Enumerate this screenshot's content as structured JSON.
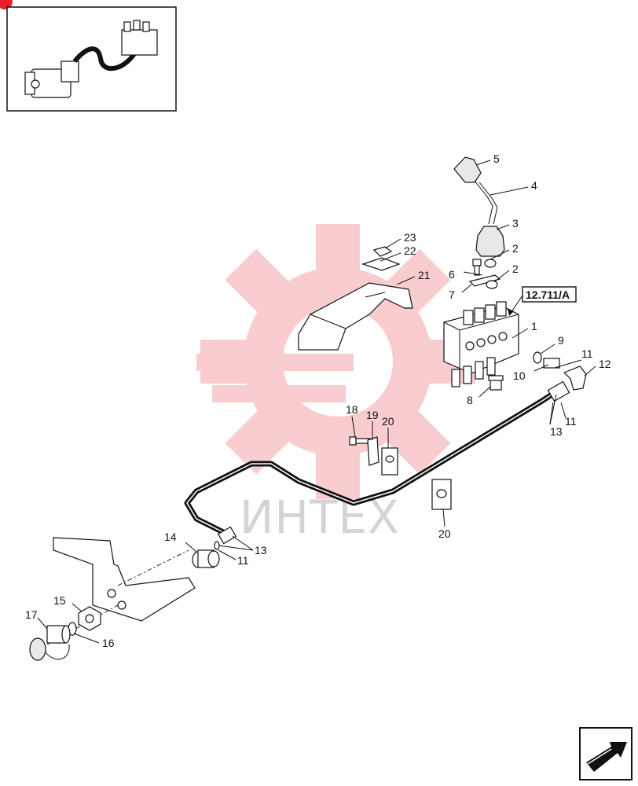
{
  "watermark": {
    "text": "ИНТЕХ",
    "color": "#e8202a"
  },
  "reference_box": {
    "label": "12.711/A"
  },
  "callouts": [
    {
      "id": "c5",
      "text": "5"
    },
    {
      "id": "c4",
      "text": "4"
    },
    {
      "id": "c3",
      "text": "3"
    },
    {
      "id": "c2a",
      "text": "2"
    },
    {
      "id": "c2b",
      "text": "2"
    },
    {
      "id": "c6",
      "text": "6"
    },
    {
      "id": "c7",
      "text": "7"
    },
    {
      "id": "c23",
      "text": "23"
    },
    {
      "id": "c22",
      "text": "22"
    },
    {
      "id": "c21",
      "text": "21"
    },
    {
      "id": "c1",
      "text": "1"
    },
    {
      "id": "c9",
      "text": "9"
    },
    {
      "id": "c11a",
      "text": "11"
    },
    {
      "id": "c12",
      "text": "12"
    },
    {
      "id": "c10",
      "text": "10"
    },
    {
      "id": "c8",
      "text": "8"
    },
    {
      "id": "c11b",
      "text": "11"
    },
    {
      "id": "c13a",
      "text": "13"
    },
    {
      "id": "c18",
      "text": "18"
    },
    {
      "id": "c19",
      "text": "19"
    },
    {
      "id": "c20a",
      "text": "20"
    },
    {
      "id": "c20b",
      "text": "20"
    },
    {
      "id": "c14",
      "text": "14"
    },
    {
      "id": "c13b",
      "text": "13"
    },
    {
      "id": "c11c",
      "text": "11"
    },
    {
      "id": "c15",
      "text": "15"
    },
    {
      "id": "c17",
      "text": "17"
    },
    {
      "id": "c16",
      "text": "16"
    }
  ]
}
